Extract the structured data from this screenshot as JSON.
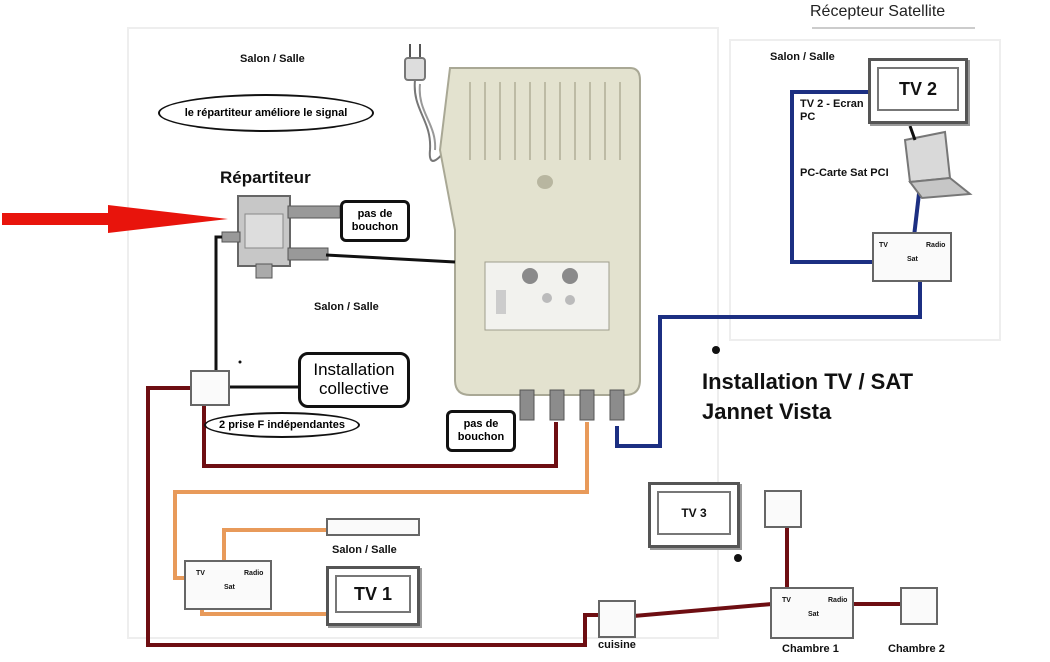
{
  "header": {
    "title": "Récepteur Satellite"
  },
  "labels": {
    "salon_top": "Salon / Salle",
    "salon_mid": "Salon / Salle",
    "salon_right": "Salon / Salle",
    "salon_tv1": "Salon / Salle",
    "repartiteur": "Répartiteur",
    "oval_signal": "le répartiteur améliore le signal",
    "pas_bouchon_1": "pas de bouchon",
    "pas_bouchon_2": "pas de bouchon",
    "installation_collective": "Installation collective",
    "deux_prises": "2 prise F indépendantes",
    "main_title_line1": "Installation TV / SAT",
    "main_title_line2": "Jannet Vista",
    "tv2_ecran": "TV 2 - Ecran PC",
    "pc_carte": "PC-Carte Sat PCI",
    "cuisine": "cuisine",
    "chambre1": "Chambre 1",
    "chambre2": "Chambre 2"
  },
  "tvs": {
    "tv1": "TV 1",
    "tv2": "TV 2",
    "tv3": "TV 3"
  },
  "outlet": {
    "tv": "TV",
    "sat": "Sat",
    "radio": "Radio"
  },
  "colors": {
    "arrow": "#e8140c",
    "dark_red_cable": "#6e0e12",
    "orange_cable": "#e89a5a",
    "blue_cable": "#1c2f82",
    "black_cable": "#111111",
    "receiver_body": "#e3e2cf"
  },
  "icons": [
    "red-arrow-icon",
    "splitter-icon",
    "satellite-receiver-icon",
    "power-plug-icon",
    "laptop-icon",
    "tv-outlet-icon"
  ]
}
